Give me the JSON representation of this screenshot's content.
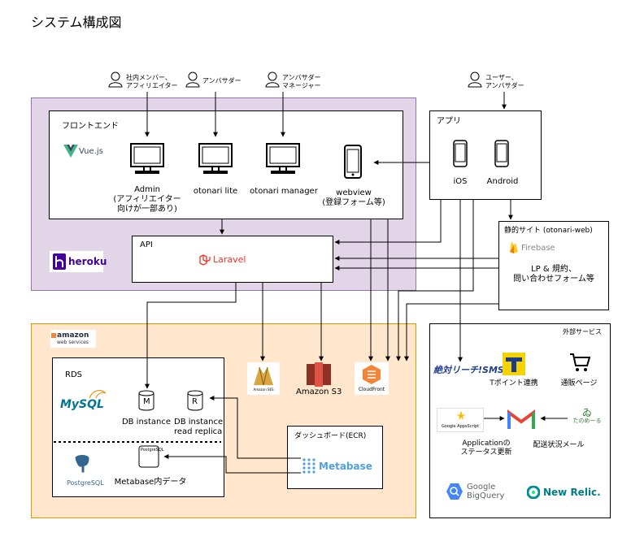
{
  "page": {
    "title": "システム構成図"
  },
  "actors": {
    "staff": [
      "社内メンバー、",
      "アフィリエイター"
    ],
    "ambassador": "アンバサダー",
    "manager": [
      "アンバサダー",
      "マネージャー"
    ],
    "user": [
      "ユーザー、",
      "アンバサダー"
    ]
  },
  "frontend": {
    "label": "フロントエンド",
    "vue": "Vue.js",
    "admin": [
      "Admin",
      "(アフィリエイター",
      "向けが一部あり)"
    ],
    "lite": "otonari lite",
    "manager": "otonari manager",
    "webview": [
      "webview",
      "(登録フォーム等)"
    ]
  },
  "heroku": "heroku",
  "app": {
    "label": "アプリ",
    "ios": "iOS",
    "android": "Android"
  },
  "static_site": {
    "label": "静的サイト (otonari-web)",
    "firebase": "Firebase",
    "desc": [
      "LP & 規約、",
      "問い合わせフォーム等"
    ]
  },
  "api": {
    "label": "API",
    "laravel": "Laravel"
  },
  "aws": {
    "logo": [
      "amazon",
      "web services"
    ]
  },
  "rds": {
    "label": "RDS",
    "mysql": "MySQL",
    "postgres": "PostgreSQL",
    "postgres_mini": "PostgreSQL",
    "db_instance": "DB instance",
    "replica": [
      "DB instance",
      "read replica"
    ],
    "metabase_data": "Metabase内データ",
    "m": "M",
    "r": "R"
  },
  "services": {
    "ses": "Amazon SES",
    "s3": "Amazon S3",
    "cloudfront": "CloudFront"
  },
  "dashboard": {
    "label": "ダッシュボード(ECR)",
    "metabase": "Metabase"
  },
  "external": {
    "label": "外部サービス",
    "reach": "絶対リーチ!SMS",
    "tpoint": "Tポイント連携",
    "shop_page": "通販ページ",
    "apps_script": "Google AppsScript",
    "gmail_caption": [
      "Applicationの",
      "ステータス更新"
    ],
    "tanomeru": [
      "ゐ",
      "たのめーる"
    ],
    "delivery_mail": "配送状況メール",
    "bigquery": [
      "Google",
      "BigQuery"
    ],
    "newrelic": "New Relic."
  },
  "colors": {
    "heroku_bg": "#e1d5e7",
    "heroku_border": "#9673a6",
    "aws_bg": "#ffe6cc",
    "aws_border": "#d79b00",
    "vue": "#41b883",
    "heroku_logo": "#430098",
    "laravel": "#ff2d20",
    "firebase": "#ffca28",
    "aws_orange": "#f58536",
    "s3": "#e05243",
    "metabase": "#509ee3",
    "mysql": "#00758f",
    "postgres": "#336791",
    "gmail_red": "#ea4335",
    "tpoint": "#f5d300",
    "bigquery": "#4386fa",
    "newrelic": "#1ce783"
  }
}
